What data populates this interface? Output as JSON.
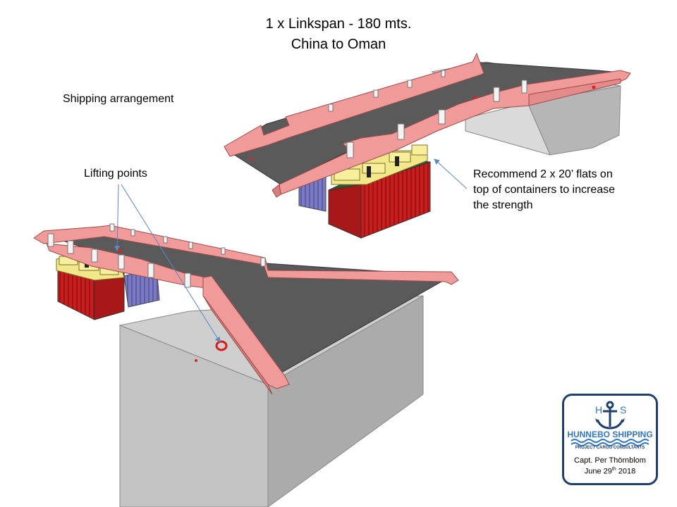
{
  "title": {
    "line1": "1 x Linkspan - 180 mts.",
    "line2": "China to Oman"
  },
  "labels": {
    "shipping_arrangement": "Shipping arrangement",
    "lifting_points": "Lifting points",
    "recommend": [
      "Recommend 2 x 20’ flats on",
      "top of containers to increase",
      "the strength"
    ]
  },
  "logo": {
    "letter_left": "H",
    "letter_right": "S",
    "company": "HUNNEBO SHIPPING",
    "tagline": "PROJECT CARGO CONSULTANTS",
    "author": "Capt. Per Thörnblom",
    "date_prefix": "June 29",
    "date_sup": "th",
    "date_suffix": " 2018"
  },
  "colors": {
    "deck": "#5a5a5a",
    "girder": "#f09a9a",
    "barge_top": "#c9c9c9",
    "container_red": "#c81e1e",
    "container_blue": "#7b7bc4",
    "flats_yellow": "#f2e88a",
    "arrow": "#5b87c5",
    "logo_blue": "#1f3f6e",
    "logo_light": "#2e77c7"
  }
}
